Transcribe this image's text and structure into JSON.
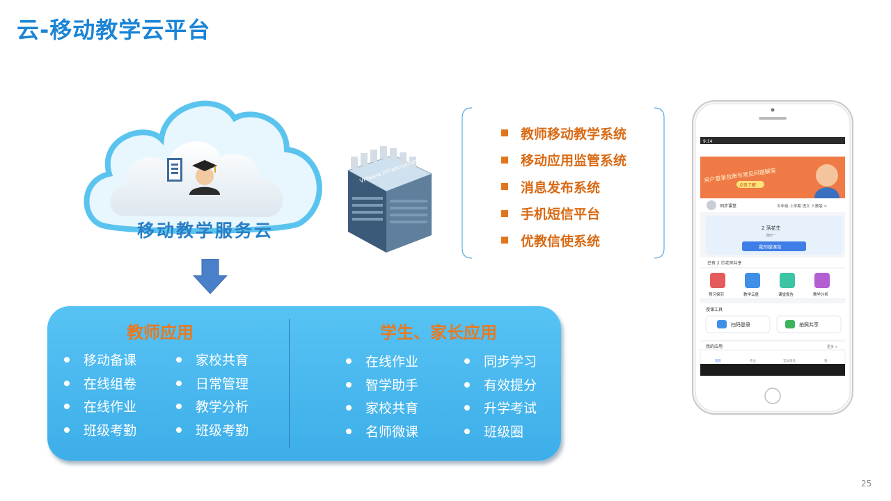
{
  "title": "云-移动教学云平台",
  "cloud": {
    "label": "移动教学服务云"
  },
  "server": {
    "label": "VMware Infrastructure"
  },
  "systems": [
    "教师移动教学系统",
    "移动应用监管系统",
    "消息发布系统",
    "手机短信平台",
    "优教信使系统"
  ],
  "teacher_apps": {
    "heading": "教师应用",
    "col1": [
      "移动备课",
      "在线组卷",
      "在线作业",
      "班级考勤"
    ],
    "col2": [
      "家校共育",
      "日常管理",
      "教学分析",
      "班级考勤"
    ]
  },
  "student_apps": {
    "heading": "学生、家长应用",
    "col1": [
      "在线作业",
      "智学助手",
      "家校共育",
      "名师微课"
    ],
    "col2": [
      "同步学习",
      "有效提分",
      "升学考试",
      "班级圈"
    ]
  },
  "phone": {
    "banner": "用户登录及账号常见问题解答",
    "banner_btn": "点击了解",
    "class_label": "同步课堂",
    "class_info": "五年级 上学期 语文 人教版 >",
    "lesson_title": "2 落花生",
    "lesson_sub": "课时一",
    "lesson_btn": "我的授课包",
    "share_note": "已有 2 位老师共享",
    "tools": [
      "预习探究",
      "教学云盘",
      "课堂报告",
      "教学分析"
    ],
    "tool_section": "授课工具",
    "scan_btn": "扫码登录",
    "photo_btn": "拍照共享",
    "my_apps": "我的应用",
    "more": "更多 >",
    "nav": [
      "首页",
      "作业",
      "互动消息",
      "我"
    ]
  },
  "page_number": "25",
  "colors": {
    "title": "#1a84d6",
    "accent": "#e0751c",
    "panel": "#3daee9"
  }
}
